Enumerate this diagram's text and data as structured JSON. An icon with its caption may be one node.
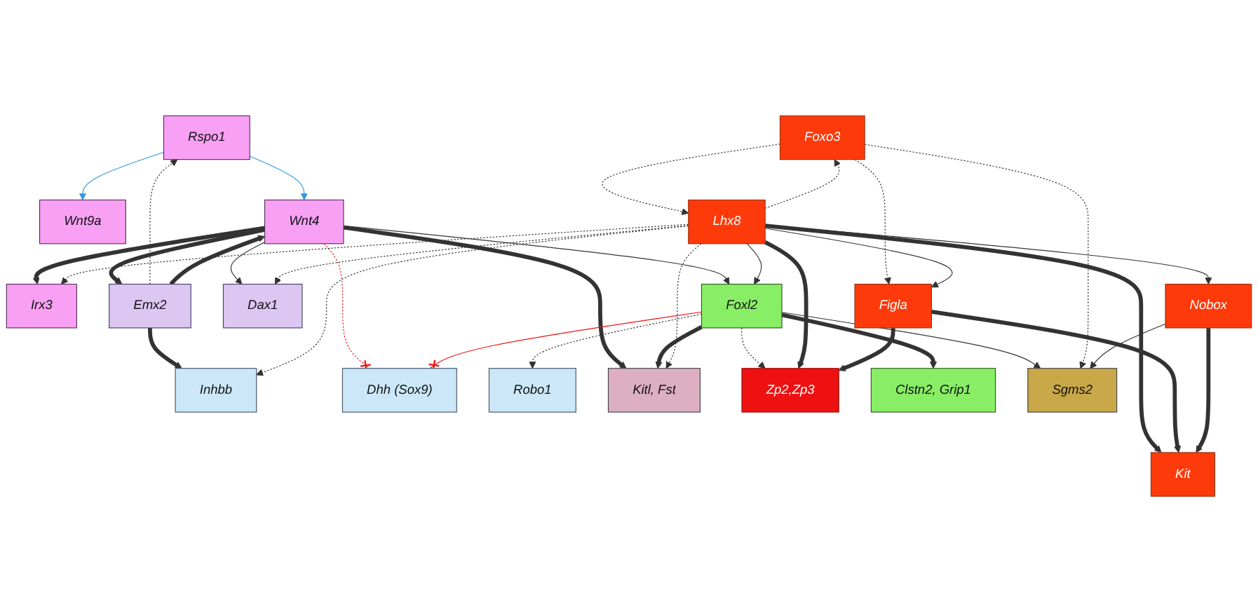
{
  "diagram": {
    "nodes": [
      {
        "text": [
          "Rspo1"
        ]
      },
      {
        "text": [
          "Wnt9a"
        ]
      },
      {
        "text": [
          "Irx3"
        ]
      },
      {
        "text": [
          "Foxo3"
        ]
      },
      {
        "text": [
          "Emx2"
        ]
      },
      {
        "text": [
          "Wnt4"
        ]
      },
      {
        "text": [
          "Dax1"
        ]
      },
      {
        "text": [
          "Lhx8"
        ]
      },
      {
        "text": [
          "Figla"
        ]
      },
      {
        "text": [
          "Inhbb"
        ]
      },
      {
        "text": [
          "Dhh (Sox9)"
        ]
      },
      {
        "text": [
          "Robo1"
        ]
      },
      {
        "text": [
          "Kitl, Fst"
        ]
      },
      {
        "text": [
          "Kit"
        ]
      },
      {
        "text": [
          "Foxl2"
        ]
      },
      {
        "text": [
          "Zp2,Zp3"
        ]
      },
      {
        "text": [
          "Nobox"
        ]
      },
      {
        "text": [
          "Clstn2, Grip1"
        ]
      },
      {
        "text": [
          "Sgms2"
        ]
      }
    ],
    "edges": [
      {
        "from": 0,
        "to": 1,
        "arrow": "to",
        "color": "#3399dd"
      },
      {
        "from": 0,
        "to": 5,
        "arrow": "to",
        "color": "#3399dd"
      },
      {
        "from": 4,
        "to": 0,
        "arrow": "to",
        "style": "dashed"
      },
      {
        "from": 4,
        "to": 5,
        "arrow": "to",
        "style": "thick"
      },
      {
        "from": 5,
        "to": 4,
        "arrow": "to",
        "style": "thick"
      },
      {
        "from": 5,
        "to": 2,
        "arrow": "to",
        "style": "thick"
      },
      {
        "from": 5,
        "to": 6,
        "arrow": "to"
      },
      {
        "from": 5,
        "to": 12,
        "arrow": "to",
        "style": "thick"
      },
      {
        "from": 5,
        "to": 14,
        "arrow": "to"
      },
      {
        "from": 4,
        "to": 9,
        "arrow": "to",
        "style": "thick"
      },
      {
        "from": 5,
        "to": 10,
        "arrow": "other",
        "style": "dashed",
        "color": "#ee1111"
      },
      {
        "from": 14,
        "to": 10,
        "arrow": "other",
        "color": "#ee1111"
      },
      {
        "from": 14,
        "to": 11,
        "arrow": "to",
        "style": "dashed"
      },
      {
        "from": 14,
        "to": 12,
        "arrow": "to",
        "style": "thick"
      },
      {
        "from": 7,
        "to": 14,
        "arrow": "to"
      },
      {
        "from": 14,
        "to": 15,
        "arrow": "to",
        "style": "dashed"
      },
      {
        "from": 14,
        "to": 18,
        "arrow": "to"
      },
      {
        "from": 14,
        "to": 17,
        "arrow": "to",
        "style": "thick"
      },
      {
        "from": 7,
        "to": 2,
        "arrow": "to",
        "style": "dashed"
      },
      {
        "from": 7,
        "to": 6,
        "arrow": "to",
        "style": "dashed"
      },
      {
        "from": 7,
        "to": 9,
        "arrow": "to",
        "style": "dashed"
      },
      {
        "from": 7,
        "to": 12,
        "arrow": "to",
        "style": "dashed"
      },
      {
        "from": 7,
        "to": 3,
        "arrow": "to",
        "style": "dashed"
      },
      {
        "from": 3,
        "to": 7,
        "arrow": "to",
        "style": "dashed"
      },
      {
        "from": 3,
        "to": 8,
        "arrow": "to",
        "style": "dashed"
      },
      {
        "from": 3,
        "to": 18,
        "arrow": "to",
        "style": "dashed"
      },
      {
        "from": 7,
        "to": 8,
        "arrow": "to"
      },
      {
        "from": 7,
        "to": 13,
        "arrow": "to",
        "style": "thick"
      },
      {
        "from": 7,
        "to": 15,
        "arrow": "to",
        "style": "thick"
      },
      {
        "from": 7,
        "to": 16,
        "arrow": "to"
      },
      {
        "from": 8,
        "to": 13,
        "arrow": "to",
        "style": "thick"
      },
      {
        "from": 8,
        "to": 15,
        "arrow": "to",
        "style": "thick"
      },
      {
        "from": 16,
        "to": 13,
        "arrow": "to",
        "style": "thick"
      },
      {
        "from": 16,
        "to": 18,
        "arrow": "to"
      }
    ]
  }
}
